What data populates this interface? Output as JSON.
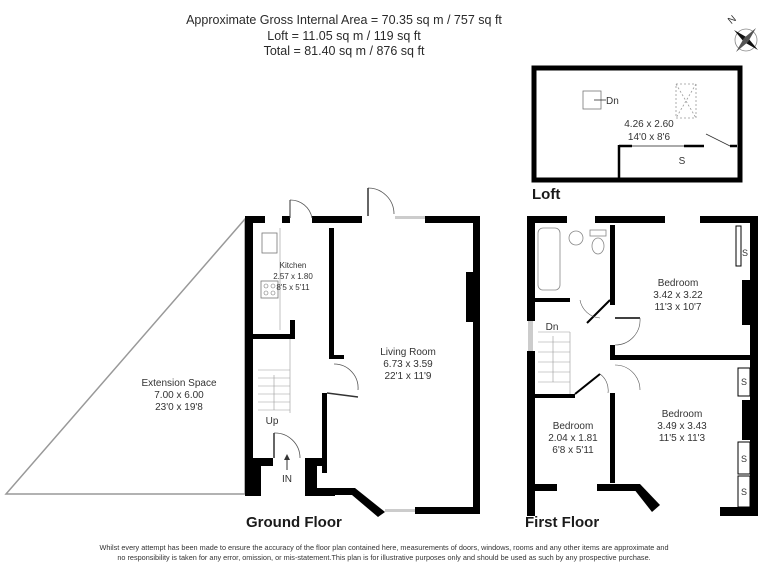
{
  "header": {
    "line1": "Approximate Gross Internal Area = 70.35 sq m / 757 sq ft",
    "line2": "Loft = 11.05 sq m / 119 sq ft",
    "line3": "Total = 81.40 sq m / 876 sq ft"
  },
  "compass": {
    "label": "N",
    "icon": "compass-rose-icon"
  },
  "floors": {
    "loft": {
      "title": "Loft",
      "rooms": [
        {
          "name": "",
          "metric": "4.26 x 2.60",
          "imperial": "14'0 x 8'6"
        }
      ],
      "labels": {
        "stairs": "Dn",
        "storage": "S"
      }
    },
    "ground": {
      "title": "Ground Floor",
      "rooms": [
        {
          "name": "Kitchen",
          "metric": "2.57 x 1.80",
          "imperial": "8'5 x 5'11"
        },
        {
          "name": "Living Room",
          "metric": "6.73 x 3.59",
          "imperial": "22'1 x 11'9"
        },
        {
          "name": "Extension Space",
          "metric": "7.00 x 6.00",
          "imperial": "23'0 x 19'8"
        }
      ],
      "labels": {
        "stairs": "Up",
        "entrance": "IN"
      }
    },
    "first": {
      "title": "First Floor",
      "rooms": [
        {
          "name": "Bedroom",
          "metric": "3.42 x 3.22",
          "imperial": "11'3 x 10'7"
        },
        {
          "name": "Bedroom",
          "metric": "3.49 x 3.43",
          "imperial": "11'5 x 11'3"
        },
        {
          "name": "Bedroom",
          "metric": "2.04 x 1.81",
          "imperial": "6'8 x 5'11"
        }
      ],
      "labels": {
        "stairs": "Dn",
        "storage": "S"
      }
    }
  },
  "disclaimer": {
    "line1": "Whilst every attempt has been made to ensure the accuracy of the floor plan contained here, measurements of doors, windows, rooms and any other items are approximate and",
    "line2": "no responsibility is taken for any error, omission, or mis-statement.This plan is for illustrative purposes only and should be used as such by any prospective purchase."
  },
  "colors": {
    "wall": "#000000",
    "background": "#ffffff",
    "text": "#333333",
    "window": "#bbbbbb"
  }
}
